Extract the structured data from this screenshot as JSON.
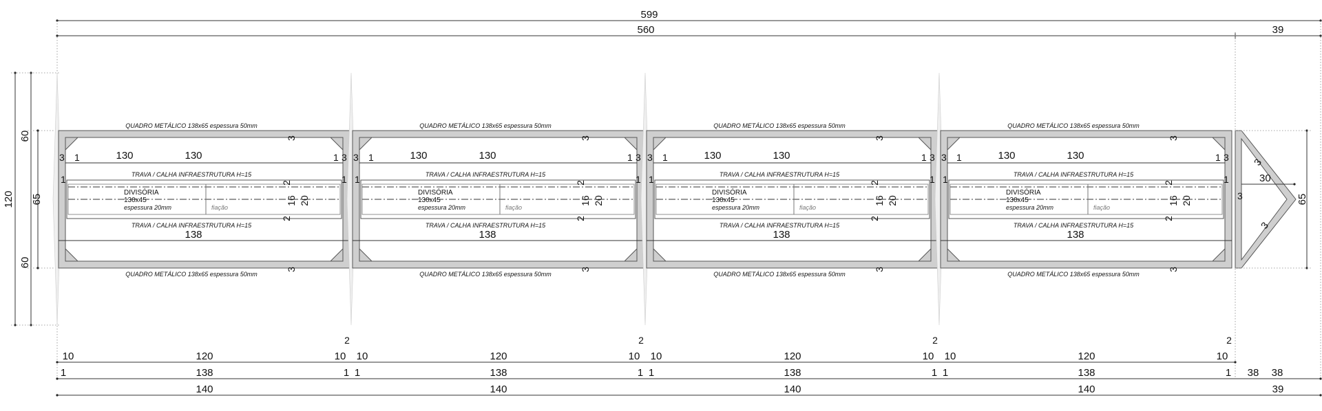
{
  "overall": {
    "total": "599",
    "main": "560",
    "tip": "39"
  },
  "left_dims": {
    "top": "60",
    "total": "120",
    "mid": "65",
    "bottom": "60"
  },
  "right_dims": {
    "height": "65",
    "arrow_len": "30",
    "arrow_off": "3",
    "arrow_edge_a": "3",
    "arrow_edge_b": "3"
  },
  "module": {
    "frame_label": "QUADRO METÁLICO 138x65 espessura 50mm",
    "rail_label": "TRAVA / CALHA INFRAESTRUTURA H=15",
    "partition_title": "DIVISÓRIA",
    "partition_size": "130x45",
    "partition_thickness": "espessura 20mm",
    "wiring": "fiação",
    "inner_width": "130",
    "outer_width": "138",
    "wall": "3",
    "gap": "1",
    "rail": "2",
    "inner_h": "16",
    "outer_h": "20"
  },
  "bottom_rows": {
    "row1": {
      "side": "10",
      "mid": "120",
      "joint": "2"
    },
    "row2": {
      "edge": "1",
      "mid": "138",
      "tip": "38"
    },
    "row3": {
      "mid": "140",
      "tip": "39"
    }
  }
}
